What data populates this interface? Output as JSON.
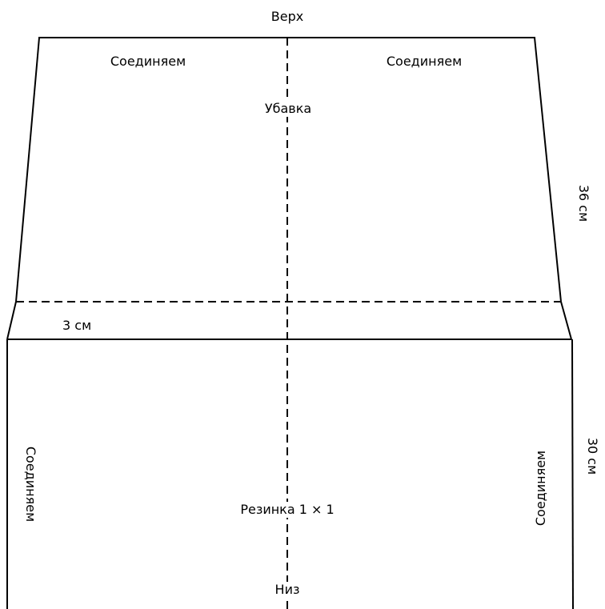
{
  "labels": {
    "top": "Верх",
    "join_top_left": "Соединяем",
    "join_top_right": "Соединяем",
    "decrease": "Убавка",
    "height_top": "36 см",
    "band_height": "3 см",
    "join_left": "Соединяем",
    "join_right": "Соединяем",
    "ribbing": "Резинка 1 × 1",
    "height_bottom": "30 см",
    "bottom": "Низ"
  },
  "style": {
    "line_color": "#000000",
    "background": "#ffffff"
  }
}
